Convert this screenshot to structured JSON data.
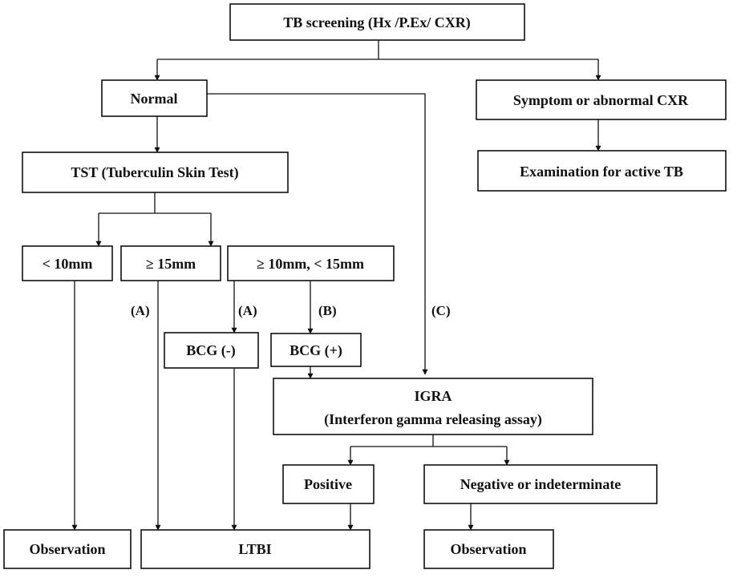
{
  "nodes": {
    "screening": "TB screening (Hx /P.Ex/ CXR)",
    "normal": "Normal",
    "symptom": "Symptom or abnormal CXR",
    "active_tb": "Examination for active TB",
    "tst": "TST (Tuberculin Skin Test)",
    "lt10": "< 10mm",
    "ge15": "≥ 15mm",
    "mid": "≥ 10mm, < 15mm",
    "bcg_neg": "BCG (-)",
    "bcg_pos": "BCG  (+)",
    "igra_line1": "IGRA",
    "igra_line2": "(Interferon gamma releasing assay)",
    "positive": "Positive",
    "negative": "Negative or indeterminate",
    "observation_left": "Observation",
    "ltbi": "LTBI",
    "observation_right": "Observation"
  },
  "edge_labels": {
    "a_left": "(A)",
    "a_mid": "(A)",
    "b": "(B)",
    "c": "(C)"
  },
  "colors": {
    "line": "#111111",
    "box_fill": "#ffffff"
  }
}
